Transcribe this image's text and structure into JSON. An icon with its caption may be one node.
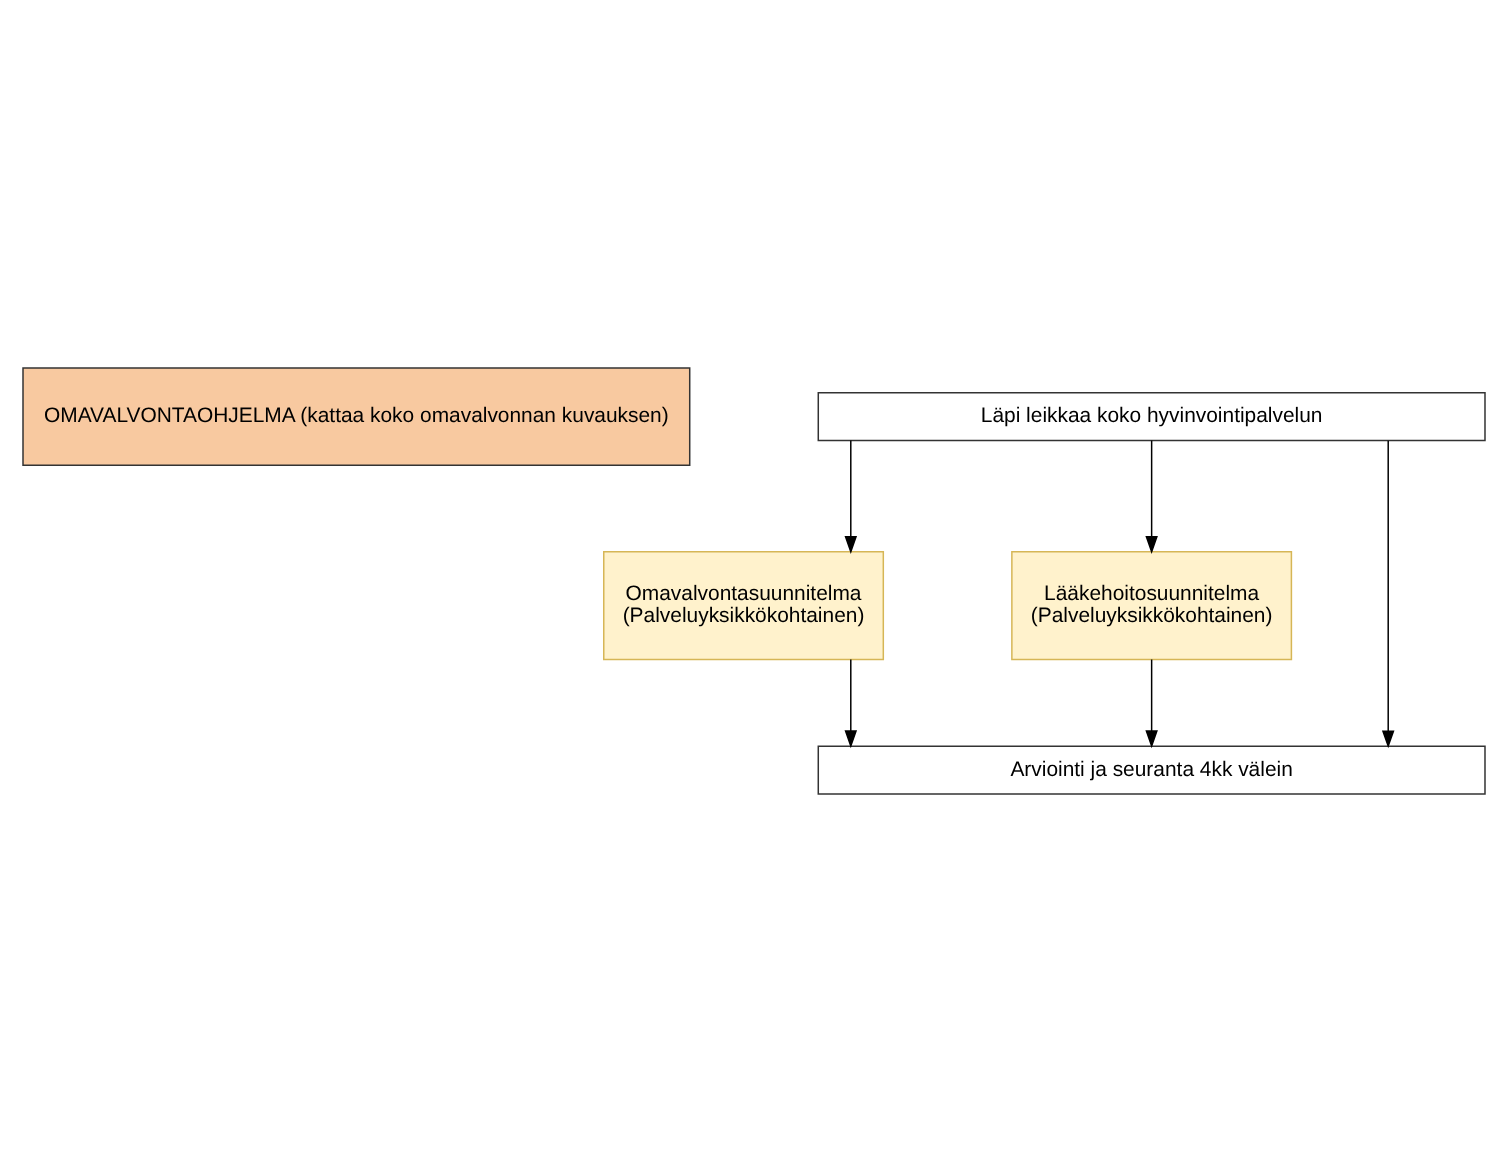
{
  "diagram": {
    "nodes": [
      {
        "text": [
          "OMAVALVONTAOHJELMA (kattaa koko omavalvonnan kuvauksen)"
        ]
      },
      {
        "text": [
          "Läpi leikkaa koko hyvinvointipalvelun"
        ]
      },
      {
        "text": [
          "Omavalvontasuunnitelma (Palveluyksikkökohtainen)"
        ]
      },
      {
        "text": [
          "Lääkehoitosuunnitelma (Palveluyksikkökohtainen)"
        ]
      },
      {
        "text": [
          "Arviointi ja seuranta 4kk välein"
        ]
      }
    ],
    "edges": [
      {
        "from": 1,
        "to": 2,
        "arrow": "to"
      },
      {
        "from": 1,
        "to": 4,
        "arrow": "to"
      },
      {
        "from": 1,
        "to": 3,
        "arrow": "to"
      },
      {
        "from": 2,
        "to": 4,
        "arrow": "to"
      },
      {
        "from": 3,
        "to": 4,
        "arrow": "to"
      }
    ]
  }
}
